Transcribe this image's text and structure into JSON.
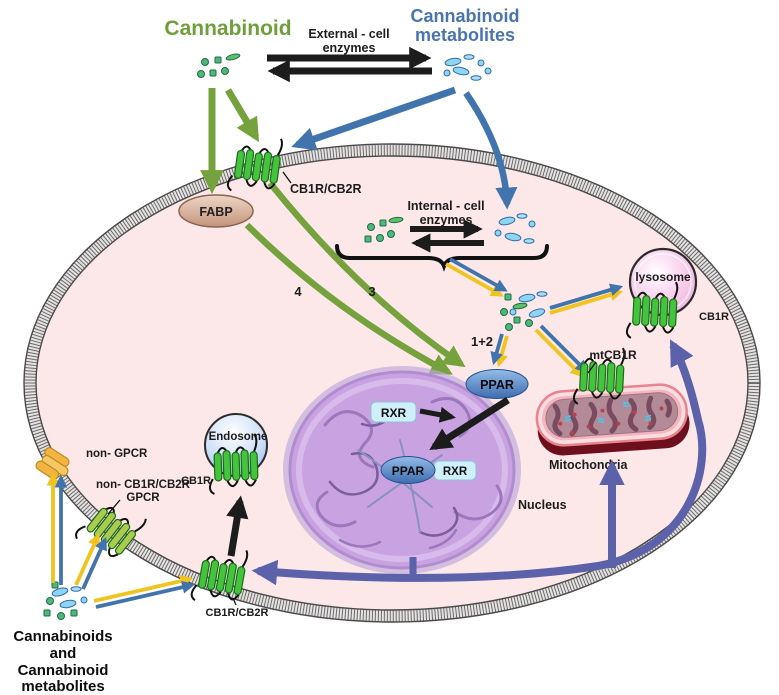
{
  "labels": {
    "title_cannabinoid": "Cannabinoid",
    "title_metabolites_1": "Cannabinoid",
    "title_metabolites_2": "metabolites",
    "external_enzymes_1": "External - cell",
    "external_enzymes_2": "enzymes",
    "internal_enzymes_1": "Internal - cell",
    "internal_enzymes_2": "enzymes",
    "receptor_top": "CB1R/CB2R",
    "fabp": "FABP",
    "num3": "3",
    "num4": "4",
    "num12": "1+2",
    "ppar_outer": "PPAR",
    "rxr_outer": "RXR",
    "ppar_inner": "PPAR",
    "rxr_inner": "RXR",
    "nucleus": "Nucleus",
    "lysosome": "lysosome",
    "cb1r_lysosome": "CB1R",
    "mtcb1r": "mtCB1R",
    "mitochondria": "Mitochondria",
    "endosome": "Endosome",
    "cb1r_endosome": "CB1R",
    "non_gpcr": "non- GPCR",
    "non_cb_gpcr_1": "non- CB1R/CB2R",
    "non_cb_gpcr_2": "GPCR",
    "receptor_bottom": "CB1R/CB2R",
    "bottom_1": "Cannabinoids",
    "bottom_2": "and",
    "bottom_3": "Cannabinoid",
    "bottom_4": "metabolites"
  },
  "colors": {
    "title_green": "#6f9f3a",
    "title_blue": "#4a74ae",
    "arrow_green": "#75a23d",
    "arrow_blue": "#4173ad",
    "arrow_purple": "#5b62a9",
    "arrow_yellow": "#f0c41f",
    "arrow_black": "#1c1c1c",
    "cell_fill": "#fce7e9",
    "nucleus_fill": "#c9a2e2",
    "receptor_green": "#44c43c",
    "receptor_yellow_green": "#aacb4e",
    "non_gpcr_orange": "#f2b544",
    "fabp_fill": "#d8a98e",
    "ppar_fill": "#4f86c6",
    "rxr_fill": "#cfeffa",
    "lysosome_fill": "#f3bbe5",
    "endosome_fill": "#a9c8f1",
    "mito_dark": "#6e0f1e",
    "mito_outer": "#fadde0",
    "mito_inner": "#b38a98"
  }
}
